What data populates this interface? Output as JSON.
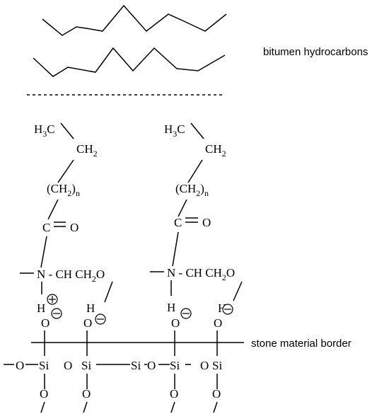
{
  "labels": {
    "bitumen": "bitumen hydrocarbons",
    "stone": "stone material border"
  },
  "chain": {
    "h": "H",
    "h_sub": "3",
    "c": "C",
    "ch": "CH",
    "ch_sub": "2",
    "paren_open": "(CH",
    "paren_sub": "2",
    "paren_close": ")",
    "paren_n": "n",
    "carbonyl_c": "C",
    "carbonyl_eq": "=",
    "carbonyl_o": "O",
    "amide": "N - CH CH",
    "amide_sub": "2",
    "amide_o": "O",
    "h_bottom": "H"
  },
  "surface": {
    "o": "O",
    "si": "Si"
  },
  "charges": {
    "plus": "+",
    "minus": "−"
  }
}
